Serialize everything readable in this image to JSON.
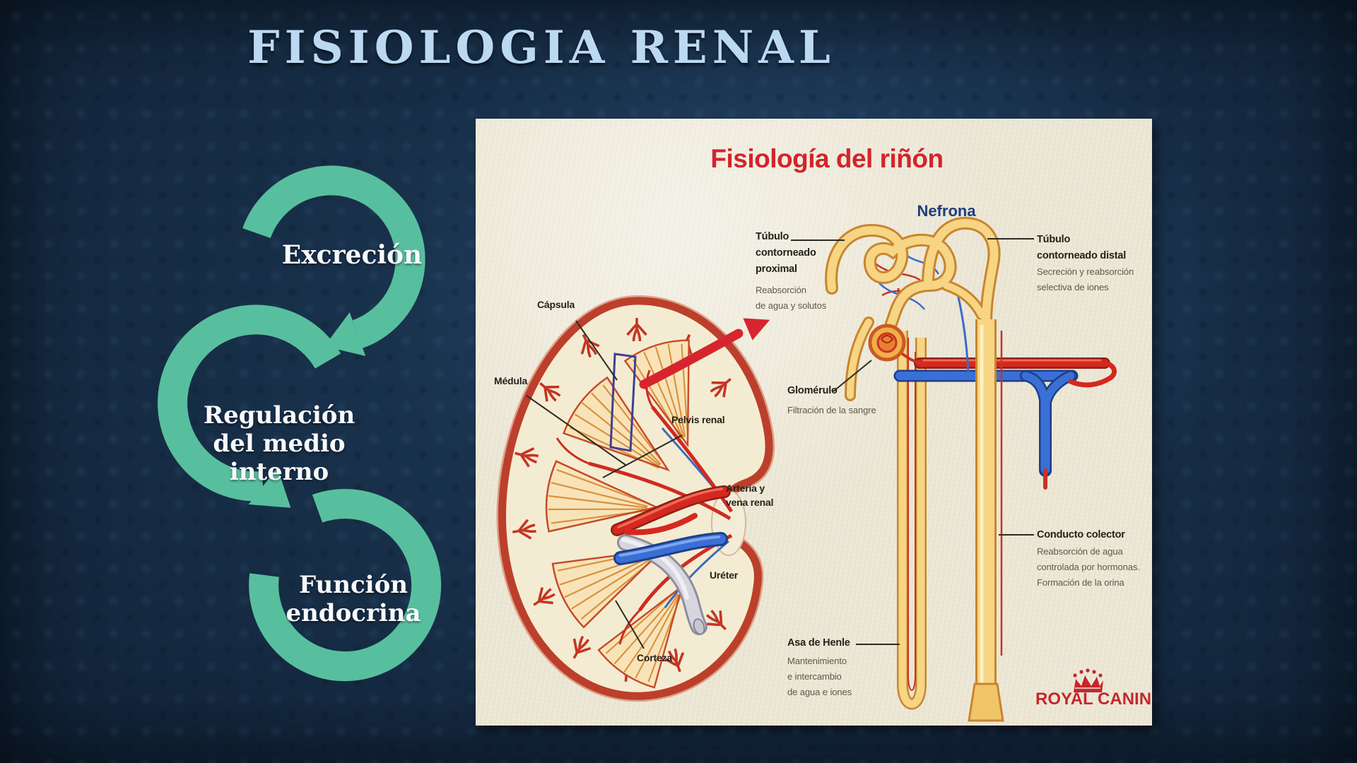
{
  "slide": {
    "title": "FISIOLOGIA RENAL",
    "title_color": "#bcd9f2",
    "background_color": "#152a42"
  },
  "cycle": {
    "accent_color": "#58bf9e",
    "text_color": "#f8fafc",
    "items": [
      {
        "label": "Excreción"
      },
      {
        "label": "Regulación\ndel medio\ninterno"
      },
      {
        "label": "Función\nendocrina"
      }
    ]
  },
  "figure": {
    "title": "Fisiología del riñón",
    "title_color": "#d3242b",
    "nephron_heading": "Nefrona",
    "brand": "ROYAL CANIN",
    "brand_color": "#c4272d",
    "kidney_labels": {
      "capsula": "Cápsula",
      "medula": "Médula",
      "pelvis": "Pelvis renal",
      "arteria": "Arteria y\nvena renal",
      "ureter": "Uréter",
      "corteza": "Corteza"
    },
    "nephron_labels": {
      "proximal_title": "Túbulo\ncontorneado\nproximal",
      "proximal_desc": "Reabsorción\nde agua y solutos",
      "distal_title": "Túbulo\ncontorneado distal",
      "distal_desc": "Secreción y reabsorción\nselectiva de iones",
      "glomerulo_title": "Glomérulo",
      "glomerulo_desc": "Filtración de la sangre",
      "conducto_title": "Conducto colector",
      "conducto_desc": "Reabsorción de agua\ncontrolada por hormonas.\nFormación de la orina",
      "asa_title": "Asa de Henle",
      "asa_desc": "Mantenimiento\ne intercambio\nde agua e iones"
    }
  }
}
